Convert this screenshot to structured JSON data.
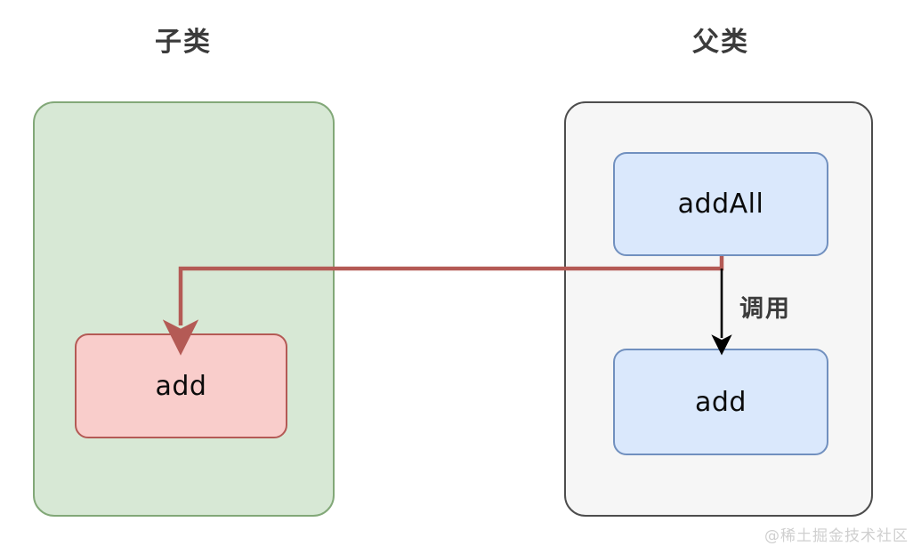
{
  "diagram": {
    "title_left": "子类",
    "title_right": "父类",
    "columns": [
      {
        "name": "subclass",
        "title": "子类",
        "container_fill": "#d7e8d5",
        "container_border": "#82a878",
        "boxes": [
          {
            "id": "child-add",
            "label": "add",
            "fill": "#f9cdcb",
            "border": "#b45a55"
          }
        ]
      },
      {
        "name": "superclass",
        "title": "父类",
        "container_fill": "#f6f6f6",
        "container_border": "#4d4d4d",
        "boxes": [
          {
            "id": "parent-addall",
            "label": "addAll",
            "fill": "#dae8fc",
            "border": "#7190bf"
          },
          {
            "id": "parent-add",
            "label": "add",
            "fill": "#dae8fc",
            "border": "#7190bf"
          }
        ]
      }
    ],
    "connectors": [
      {
        "id": "override-connector",
        "label": "",
        "color": "#b45a55",
        "from": "parent-addall",
        "to": "child-add"
      },
      {
        "id": "call-connector",
        "label": "调用",
        "color": "#000000",
        "from": "parent-addall",
        "to": "parent-add"
      }
    ]
  },
  "watermark": "@稀土掘金技术社区"
}
